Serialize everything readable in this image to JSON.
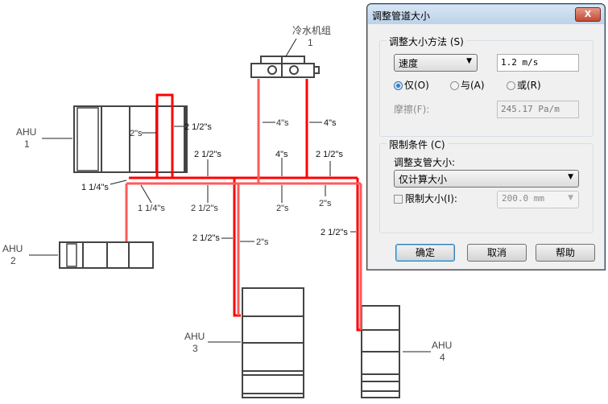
{
  "drawing": {
    "chiller": {
      "name": "冷水机组",
      "number": "1"
    },
    "ahus": [
      {
        "name": "AHU",
        "number": "1"
      },
      {
        "name": "AHU",
        "number": "2"
      },
      {
        "name": "AHU",
        "number": "3"
      },
      {
        "name": "AHU",
        "number": "4"
      }
    ],
    "pipe_labels": {
      "chiller_supply": "4\"s",
      "chiller_return": "4\"s",
      "main_top_left": "4\"s",
      "main_top_right": "2 1/2\"s",
      "main_bottom_left": "2\"s",
      "main_bottom_right": "2\"s",
      "ahu1_riser_inner": "2\"s",
      "ahu1_riser_outer": "2 1/2\"s",
      "ahu1_branch_top": "2 1/2\"s",
      "ahu1_branch_bottom": "2 1/2\"s",
      "ahu2_top": "1 1/4\"s",
      "ahu2_bottom": "1 1/4\"s",
      "ahu3_outer": "2 1/2\"s",
      "ahu3_inner": "2\"s",
      "ahu4": "2 1/2\"s"
    },
    "colors": {
      "supply": "#ff0000",
      "return": "#ff5a5a",
      "equipment": "#444444"
    }
  },
  "dialog": {
    "title": "调整管道大小",
    "close_label": "X",
    "method_group": {
      "title": "调整大小方法 (S)",
      "method_select": "速度",
      "method_value": "1.2 m/s",
      "radios": [
        {
          "label": "仅(O)",
          "checked": true
        },
        {
          "label": "与(A)",
          "checked": false
        },
        {
          "label": "或(R)",
          "checked": false
        }
      ],
      "friction_label": "摩擦(F):",
      "friction_value": "245.17 Pa/m"
    },
    "constraints_group": {
      "title": "限制条件 (C)",
      "branch_label": "调整支管大小:",
      "branch_select": "仅计算大小",
      "limit_label": "限制大小(I):",
      "limit_checked": false,
      "limit_value": "200.0 mm"
    },
    "buttons": {
      "ok": "确定",
      "cancel": "取消",
      "help": "帮助"
    }
  }
}
